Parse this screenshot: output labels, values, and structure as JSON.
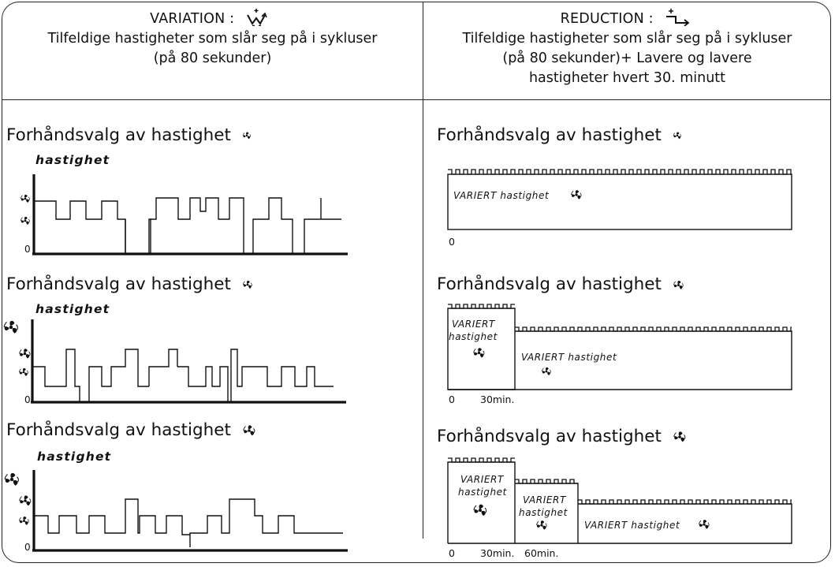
{
  "header": {
    "left": {
      "mode": "VARIATION :",
      "mode_icon": "variation-arrows-icon",
      "line1": "Tilfeldige hastigheter som slår seg på i sykluser",
      "line2": "(på 80 sekunder)"
    },
    "right": {
      "mode": "REDUCTION :",
      "mode_icon": "reduction-arrow-icon",
      "line1": "Tilfeldige hastigheter som slår seg på i sykluser",
      "line2": "(på 80 sekunder)+ Lavere og lavere",
      "line3": "hastigheter hvert 30. minutt"
    }
  },
  "section_title": "Forhåndsvalg av hastighet",
  "left_charts": {
    "ylabel": "hastighet",
    "zero": "0"
  },
  "right_charts": {
    "zero": "0",
    "varied_label": "VARIERT hastighet",
    "varied_word1": "VARIERT",
    "varied_word2": "hastighet",
    "tick_30": "30",
    "tick_60": "60",
    "min_unit": "min."
  },
  "icons": {
    "fan": "fan-icon"
  }
}
